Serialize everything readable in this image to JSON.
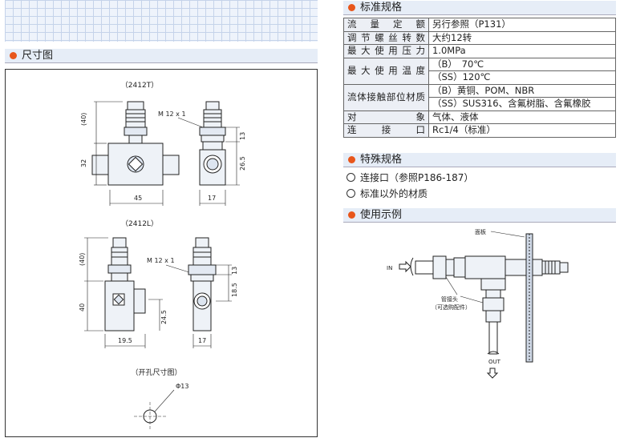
{
  "left": {
    "section_title": "尺寸图",
    "model_t": "（2412T）",
    "model_l": "（2412L）",
    "hole_title": "（开孔尺寸图）",
    "thread": "M 12 x 1",
    "dims_t": {
      "top": "(40)",
      "body": "32",
      "width": "45",
      "side_a": "13",
      "side_b": "26.5",
      "side_w": "17"
    },
    "dims_l": {
      "top": "(40)",
      "body": "40",
      "height2": "24.5",
      "width": "19.5",
      "side_a": "13",
      "side_b": "18.5",
      "side_w": "17"
    },
    "hole_dia": "Φ13"
  },
  "right": {
    "spec_title": "标准规格",
    "spec_rows": [
      {
        "k": "流量定额",
        "v": [
          "另行参照（P131）"
        ]
      },
      {
        "k": "调节螺丝转数",
        "v": [
          "大约12转"
        ]
      },
      {
        "k": "最大使用压力",
        "v": [
          "1.0MPa"
        ]
      },
      {
        "k": "最大使用温度",
        "v": [
          "（B）　70℃",
          "（SS）120℃"
        ]
      },
      {
        "k": "流体接触部位材质",
        "v": [
          "（B）黄铜、POM、NBR",
          "（SS）SUS316、含氟树脂、含氟橡胶"
        ]
      },
      {
        "k": "对象",
        "v": [
          "气体、液体"
        ]
      },
      {
        "k": "连接口",
        "v": [
          "Rc1/4（标准）"
        ]
      }
    ],
    "special_title": "特殊规格",
    "special_items": [
      "连接口（参照P186-187）",
      "标准以外的材质"
    ],
    "usage_title": "使用示例",
    "usage_labels": {
      "panel": "面板",
      "in": "IN",
      "fitting": "管接头",
      "fitting_note": "（可选购配件）",
      "out": "OUT"
    }
  }
}
